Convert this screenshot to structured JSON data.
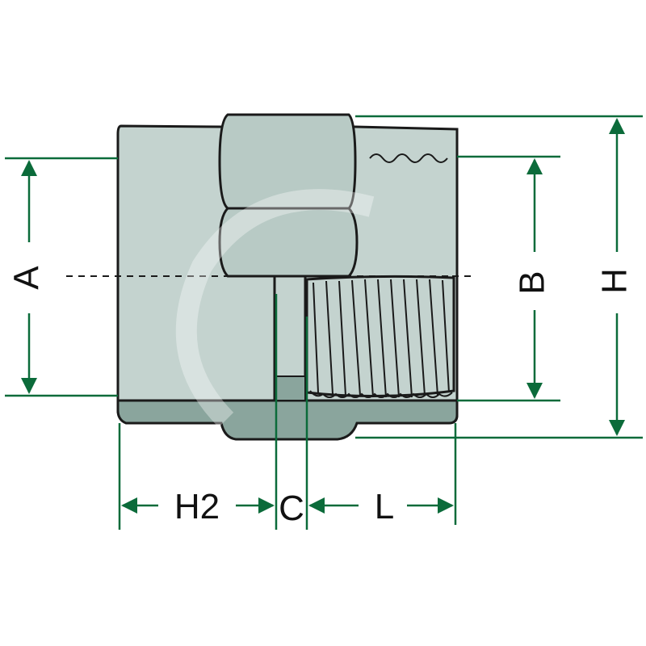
{
  "drawing": {
    "dimension_labels": {
      "A": "A",
      "B": "B",
      "H": "H",
      "H2": "H2",
      "C": "C",
      "L": "L"
    }
  },
  "colors": {
    "dimension_line": "#0b6b3a",
    "body_fill": "#c4d3cf",
    "body_shadow": "#8aa59d",
    "outline": "#1a1a1a",
    "watermark": "#ffffff"
  },
  "icons": [
    "hex-nut-icon",
    "thread-icon"
  ]
}
